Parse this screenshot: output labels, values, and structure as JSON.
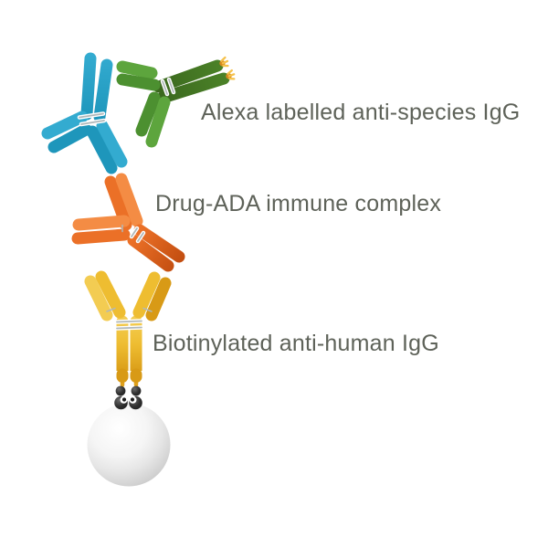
{
  "diagram": {
    "background": "#ffffff",
    "labels": {
      "detection": "Alexa labelled anti-species IgG",
      "complex": "Drug-ADA immune complex",
      "capture": "Biotinylated anti-human IgG"
    },
    "colors": {
      "text": "#5e6259",
      "hinge": "#b0b8ba",
      "blue_main": "#1e96bb",
      "blue_light": "#33abd0",
      "green_dark": "#3a671e",
      "green_mid": "#4c9030",
      "green_light": "#5da53d",
      "orange_main": "#eb7027",
      "orange_light": "#f48c44",
      "orange_dark": "#c24d10",
      "yellow_main": "#eebd31",
      "yellow_light": "#f3cc52",
      "yellow_dark": "#d89a16",
      "strand": "#dfa01b",
      "crown_gold": "#f5c14b",
      "crown_dark": "#d68a20",
      "biotin_black": "#1d1d1d",
      "bead_hi": "#ffffff",
      "bead_mid": "#e6e6e6",
      "bead_edge": "#b8b8b8"
    }
  }
}
